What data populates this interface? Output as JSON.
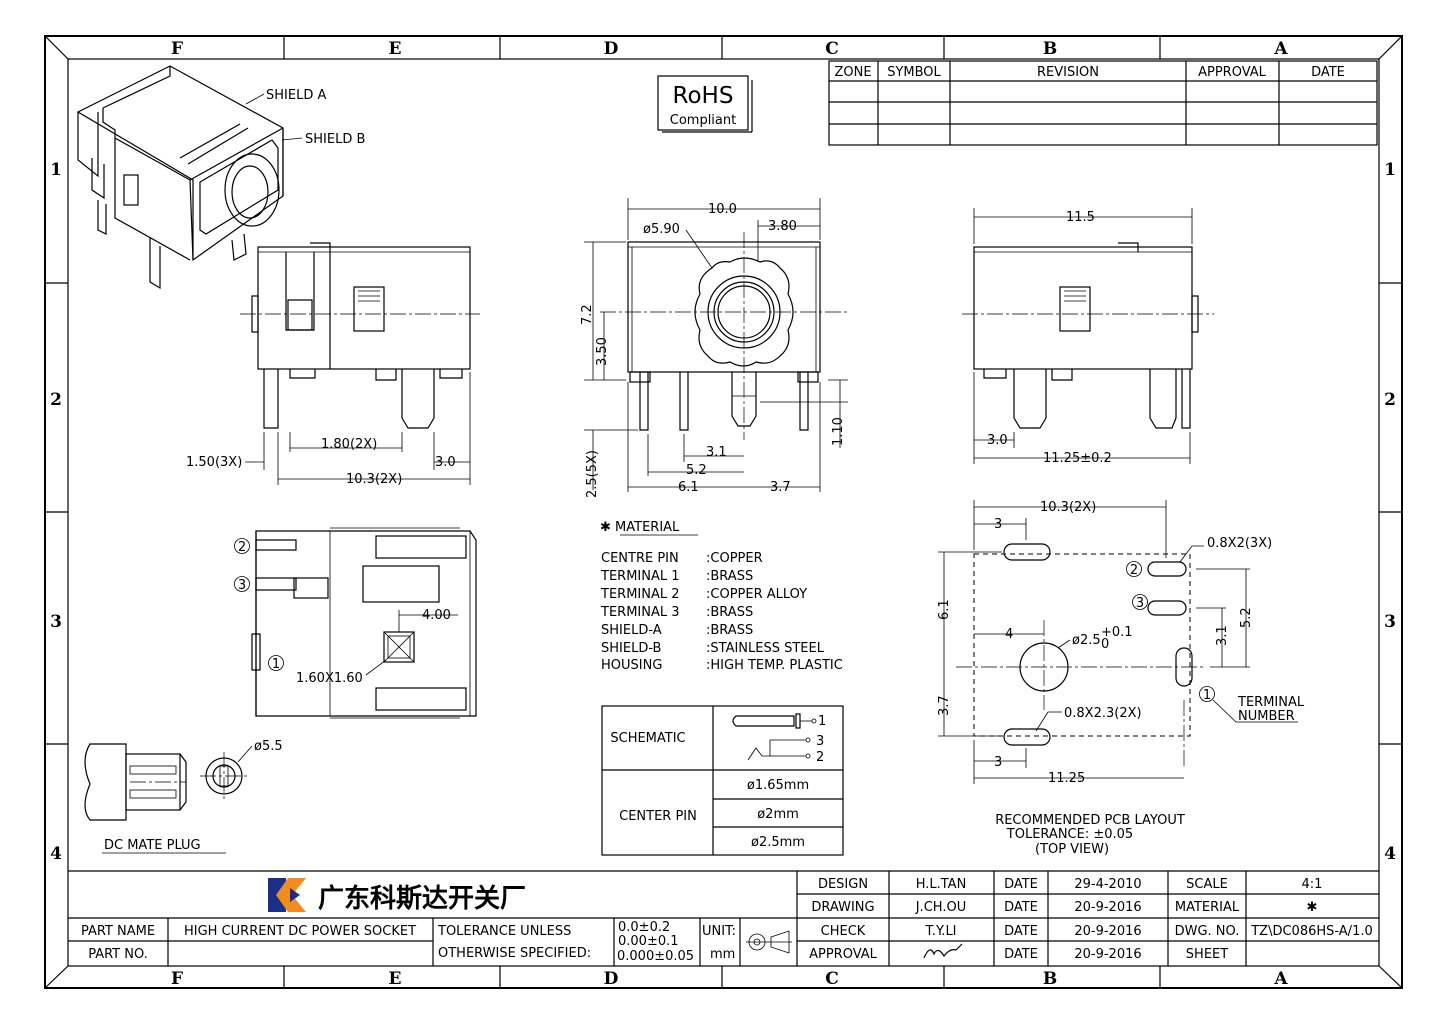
{
  "zones_top": [
    "F",
    "E",
    "D",
    "C",
    "B",
    "A"
  ],
  "zones_side": [
    "1",
    "2",
    "3",
    "4"
  ],
  "rohs": {
    "main": "RoHS",
    "sub": "Compliant"
  },
  "revision_headers": [
    "ZONE",
    "SYMBOL",
    "REVISION",
    "APPROVAL",
    "DATE"
  ],
  "labels": {
    "shield_a": "SHIELD A",
    "shield_b": "SHIELD B",
    "dc_mate_plug": "DC MATE PLUG",
    "terminal_number": [
      "TERMINAL",
      "NUMBER"
    ]
  },
  "dims": {
    "d150_3x": "1.50(3X)",
    "d180_2x": "1.80(2X)",
    "d30_a": "3.0",
    "d103_2x": "10.3(2X)",
    "d100": "10.0",
    "d590": "ø5.90",
    "d380": "3.80",
    "d72": "7.2",
    "d350": "3.50",
    "d110": "1.10",
    "d31": "3.1",
    "d52": "5.2",
    "d61": "6.1",
    "d37": "3.7",
    "d25_5x": "2.5(5X)",
    "d115": "11.5",
    "d30_b": "3.0",
    "d1125_tol": "11.25±0.2",
    "d400": "4.00",
    "d160": "1.60X1.60",
    "d55": "ø5.5",
    "p103": "10.3(2X)",
    "p3_top": "3",
    "p08x2": "0.8X2(3X)",
    "p61": "6.1",
    "p4": "4",
    "p25": "ø2.5",
    "p25_tol_top": "+0.1",
    "p25_tol_bot": "0",
    "p31": "3.1",
    "p52": "5.2",
    "p37": "3.7",
    "p08x23": "0.8X2.3(2X)",
    "p3_bot": "3",
    "p1125": "11.25"
  },
  "terminals": [
    "1",
    "2",
    "3"
  ],
  "material": {
    "title": "✱ MATERIAL",
    "rows": [
      {
        "part": "CENTRE PIN",
        "mat": ":COPPER"
      },
      {
        "part": "TERMINAL 1",
        "mat": ":BRASS"
      },
      {
        "part": "TERMINAL 2",
        "mat": ":COPPER ALLOY"
      },
      {
        "part": "TERMINAL 3",
        "mat": ":BRASS"
      },
      {
        "part": "SHIELD-A",
        "mat": ":BRASS"
      },
      {
        "part": "SHIELD-B",
        "mat": ":STAINLESS STEEL"
      },
      {
        "part": "HOUSING",
        "mat": ":HIGH TEMP. PLASTIC"
      }
    ]
  },
  "schematic": {
    "label": "SCHEMATIC",
    "center_pin": "CENTER PIN",
    "pins": [
      "ø1.65mm",
      "ø2mm",
      "ø2.5mm"
    ]
  },
  "pcb": {
    "title": "RECOMMENDED PCB LAYOUT",
    "tol": "TOLERANCE: ±0.05",
    "view": "(TOP VIEW)"
  },
  "title_block": {
    "company": "广东科斯达开关厂",
    "design_label": "DESIGN",
    "design": "H.L.TAN",
    "date1": "29-4-2010",
    "drawing_label": "DRAWING",
    "drawing": "J.CH.OU",
    "date2": "20-9-2016",
    "check_label": "CHECK",
    "check": "T.Y.LI",
    "date3": "20-9-2016",
    "approval_label": "APPROVAL",
    "date4": "20-9-2016",
    "date_label": "DATE",
    "scale_label": "SCALE",
    "scale": "4:1",
    "material_label": "MATERIAL",
    "material": "✱",
    "dwg_label": "DWG. NO.",
    "dwg": "TZ\\DC086HS-A/1.0",
    "sheet_label": "SHEET",
    "part_name_label": "PART NAME",
    "part_name": "HIGH CURRENT DC POWER SOCKET",
    "part_no_label": "PART NO.",
    "tol1": "TOLERANCE UNLESS",
    "tol2": "OTHERWISE SPECIFIED:",
    "tv1": "0.0±0.2",
    "tv2": "0.00±0.1",
    "tv3": "0.000±0.05",
    "unit": "UNIT:",
    "mm": "mm"
  },
  "colors": {
    "logo_blue": "#1a2f8a",
    "logo_orange": "#f28c1e",
    "line": "#000000"
  }
}
